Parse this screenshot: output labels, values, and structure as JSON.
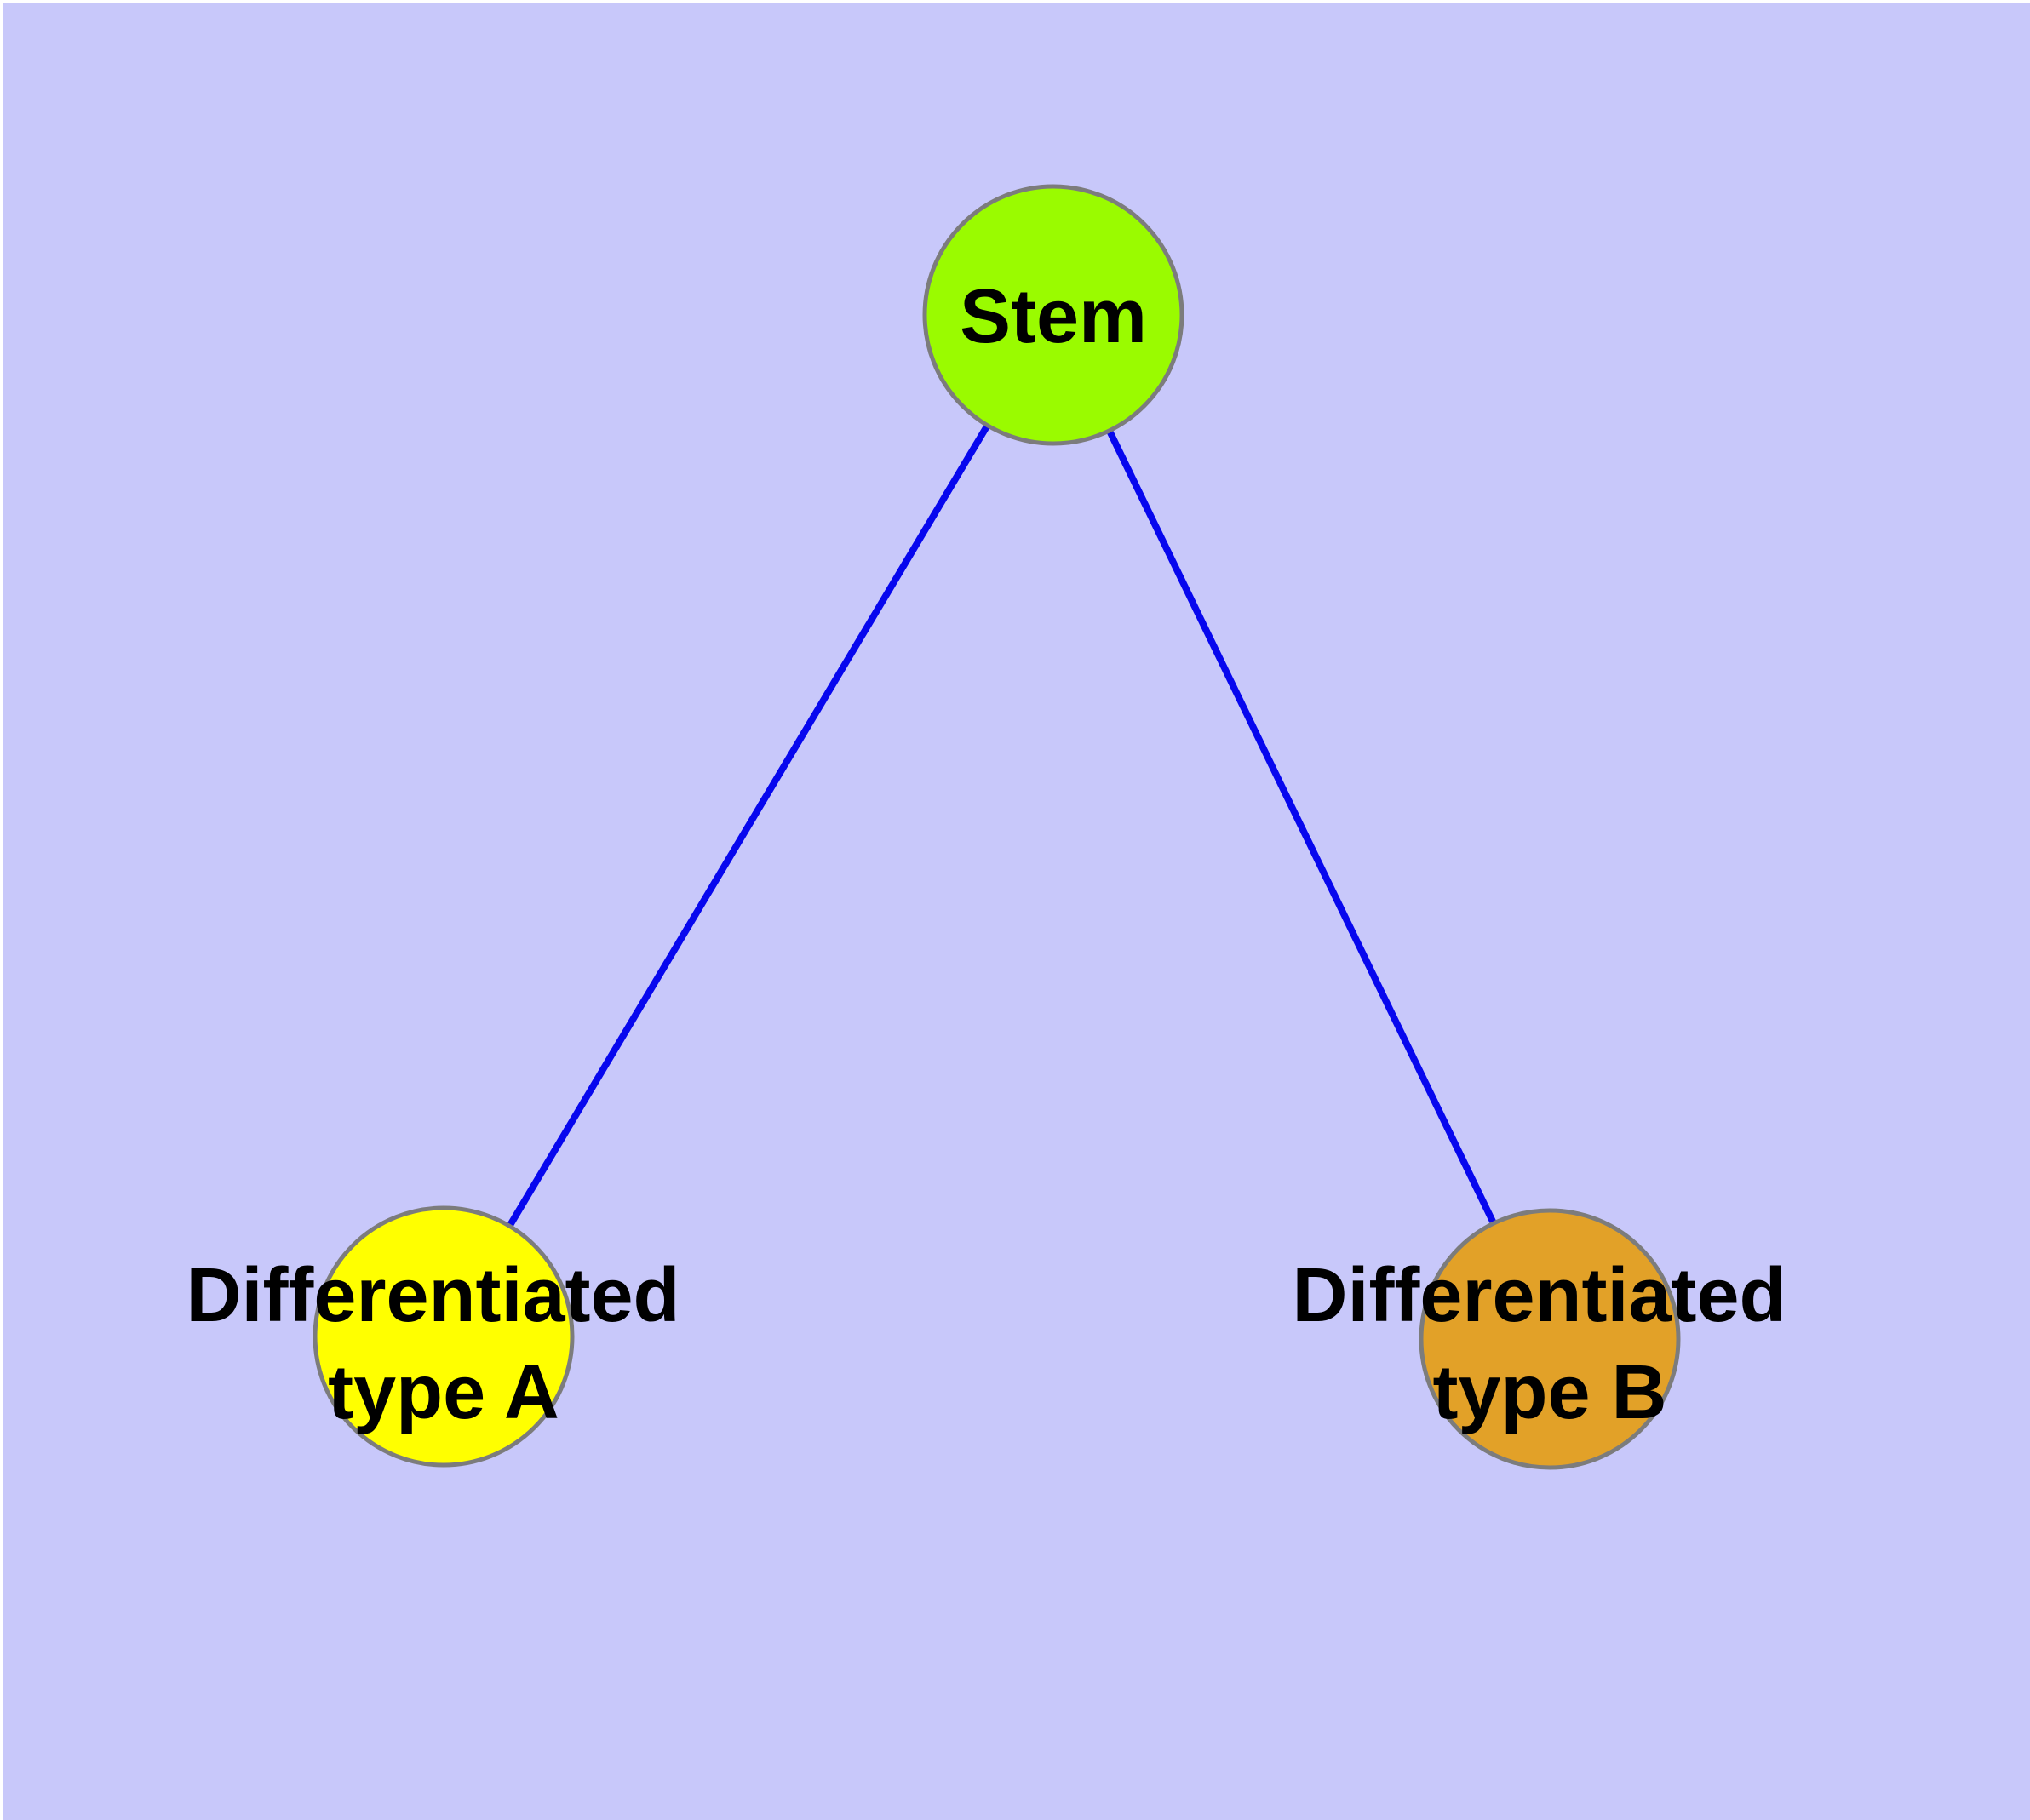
{
  "canvas": {
    "background_color": "#C8C8FA",
    "margin_color": "#FFFFFF"
  },
  "styles": {
    "node_border_color": "#7C7C7C",
    "edge_color": "#0707EE",
    "label_color": "#000000"
  },
  "nodes": [
    {
      "id": "stem",
      "label": "Stem",
      "color": "#9AFB00"
    },
    {
      "id": "differentiated-type-a",
      "label_line1": "Differentiated",
      "label_line2": "type A",
      "color": "#FFFF00"
    },
    {
      "id": "differentiated-type-b",
      "label_line1": "Differentiated",
      "label_line2": "type B",
      "color": "#E2A128"
    }
  ],
  "edges": [
    {
      "from": "Stem",
      "to": "Differentiated type A"
    },
    {
      "from": "Stem",
      "to": "Differentiated type B"
    }
  ]
}
